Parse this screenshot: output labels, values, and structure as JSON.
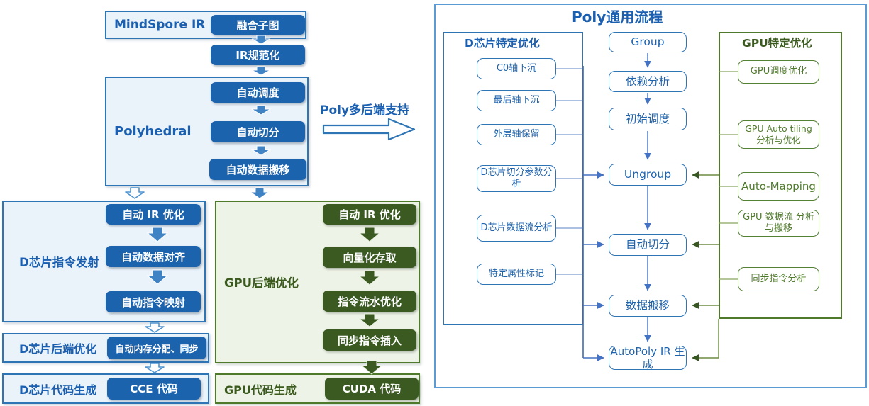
{
  "colors": {
    "blue_accent": "#1a5fb0",
    "blue_box_fill": "#1c63ae",
    "blue_border": "#2e75b6",
    "blue_container_fill": "#eaf2fa",
    "green_accent": "#3a5a1e",
    "green_box_fill": "#3a5a21",
    "green_border": "#4f7a2b",
    "green_container_fill": "#eef3e7",
    "connector_blue": "#4472c4",
    "connector_green": "#375623"
  },
  "left_flow": {
    "mindspore": {
      "label": "MindSpore IR",
      "step": "融合子图"
    },
    "ir_normalize": "IR规范化",
    "polyhedral": {
      "label": "Polyhedral",
      "steps": [
        "自动调度",
        "自动切分",
        "自动数据搬移"
      ]
    },
    "poly_multi_backend": "Poly多后端支持",
    "d_instruction": {
      "label": "D芯片指令发射",
      "steps": [
        "自动 IR 优化",
        "自动数据对齐",
        "自动指令映射"
      ]
    },
    "d_backend": {
      "label": "D芯片后端优化",
      "step": "自动内存分配、同步"
    },
    "d_codegen": {
      "label": "D芯片代码生成",
      "step": "CCE 代码"
    },
    "gpu_backend": {
      "label": "GPU后端优化",
      "steps": [
        "自动 IR 优化",
        "向量化存取",
        "指令流水优化",
        "同步指令插入"
      ]
    },
    "gpu_codegen": {
      "label": "GPU代码生成",
      "step": "CUDA 代码"
    }
  },
  "right_flow": {
    "title": "Poly通用流程",
    "d_specific": {
      "title": "D芯片特定优化",
      "items": [
        "C0轴下沉",
        "最后轴下沉",
        "外层轴保留",
        "D芯片切分参数分析",
        "D芯片数据流分析",
        "特定属性标记"
      ]
    },
    "pipeline": {
      "steps": [
        "Group",
        "依赖分析",
        "初始调度",
        "Ungroup",
        "自动切分",
        "数据搬移",
        "AutoPoly IR 生成"
      ]
    },
    "gpu_specific": {
      "title": "GPU特定优化",
      "items": [
        "GPU调度优化",
        "GPU Auto tiling 分析与优化",
        "Auto-Mapping",
        "GPU 数据流 分析与搬移",
        "同步指令分析"
      ]
    }
  }
}
